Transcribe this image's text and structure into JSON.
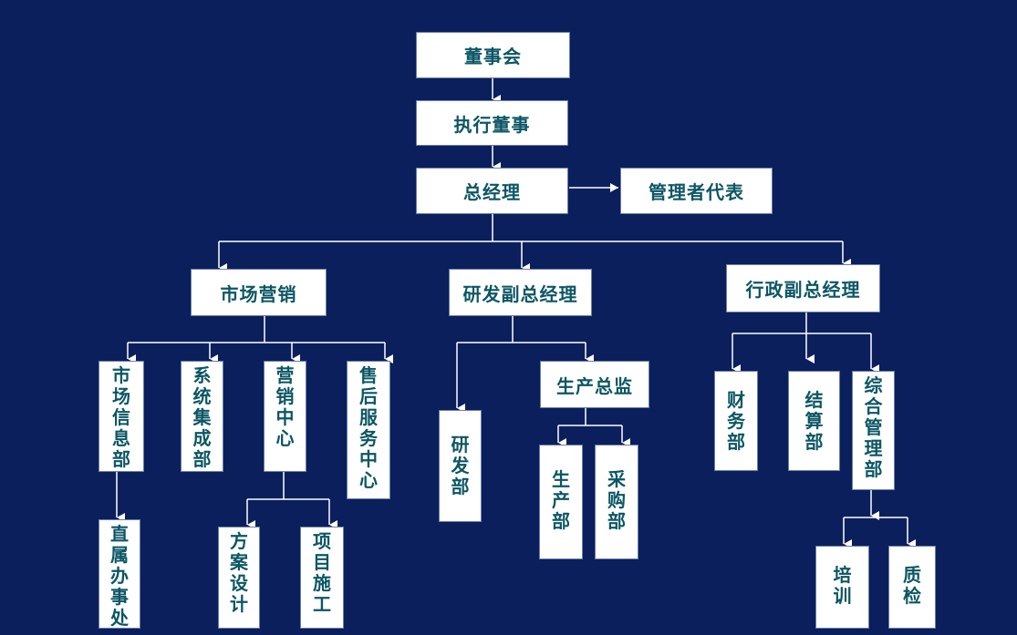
{
  "colors": {
    "background": "#0a1f5c",
    "box": "#ffffff",
    "text": "#0c5665",
    "line": "#ffffff"
  },
  "nodes": {
    "board": "董事会",
    "exec_director": "执行董事",
    "gm": "总经理",
    "mgmt_rep": "管理者代表",
    "marketing": "市场营销",
    "rd_vp": "研发副总经理",
    "admin_vp": "行政副总经理",
    "market_info": "市场信息部",
    "sys_integration": "系统集成部",
    "sales_center": "营销中心",
    "after_sales": "售后服务中心",
    "direct_office": "直属办事处",
    "solution_design": "方案设计",
    "project_impl": "项目施工",
    "rd_dept": "研发部",
    "prod_director": "生产总监",
    "production": "生产部",
    "procurement": "采购部",
    "finance": "财务部",
    "settlement": "结算部",
    "general_mgmt": "综合管理部",
    "training": "培训",
    "quality": "质检"
  }
}
